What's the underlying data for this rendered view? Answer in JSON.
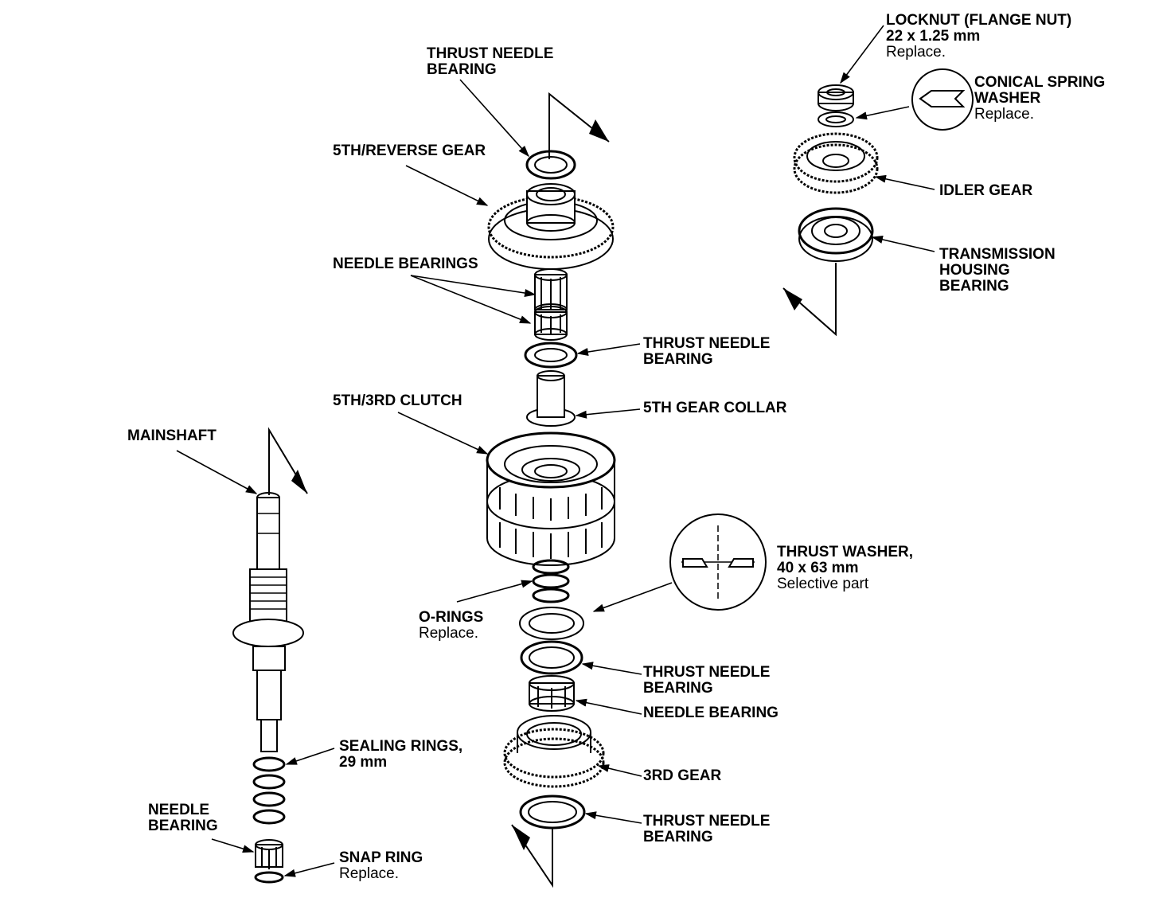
{
  "labels": {
    "locknut": {
      "title": "LOCKNUT (FLANGE NUT)",
      "spec": "22 x 1.25 mm",
      "note": "Replace."
    },
    "conical_spring_washer": {
      "title1": "CONICAL SPRING",
      "title2": "WASHER",
      "note": "Replace."
    },
    "idler_gear": {
      "title": "IDLER GEAR"
    },
    "transmission_housing_bearing": {
      "line1": "TRANSMISSION",
      "line2": "HOUSING",
      "line3": "BEARING"
    },
    "thrust_needle_bearing_top": {
      "line1": "THRUST NEEDLE",
      "line2": "BEARING"
    },
    "fifth_reverse_gear": {
      "title": "5TH/REVERSE GEAR"
    },
    "needle_bearings": {
      "title": "NEEDLE BEARINGS"
    },
    "thrust_needle_bearing_2": {
      "line1": "THRUST NEEDLE",
      "line2": "BEARING"
    },
    "fifth_third_clutch": {
      "title": "5TH/3RD CLUTCH"
    },
    "fifth_gear_collar": {
      "title": "5TH GEAR COLLAR"
    },
    "mainshaft": {
      "title": "MAINSHAFT"
    },
    "thrust_washer": {
      "title": "THRUST WASHER,",
      "spec": "40 x 63 mm",
      "note": "Selective part"
    },
    "o_rings": {
      "title": "O-RINGS",
      "note": "Replace."
    },
    "thrust_needle_bearing_3": {
      "line1": "THRUST NEEDLE",
      "line2": "BEARING"
    },
    "needle_bearing_center": {
      "title": "NEEDLE BEARING"
    },
    "sealing_rings": {
      "title": "SEALING RINGS,",
      "spec": "29 mm"
    },
    "third_gear": {
      "title": "3RD GEAR"
    },
    "needle_bearing_left": {
      "line1": "NEEDLE",
      "line2": "BEARING"
    },
    "thrust_needle_bearing_bottom": {
      "line1": "THRUST NEEDLE",
      "line2": "BEARING"
    },
    "snap_ring": {
      "title": "SNAP RING",
      "note": "Replace."
    }
  }
}
